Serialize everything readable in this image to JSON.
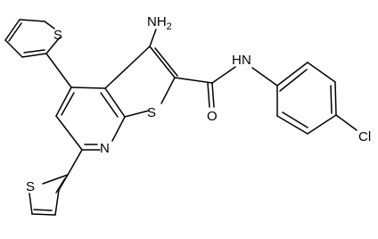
{
  "structure": {
    "atom_labels": {
      "amino_group": "NH",
      "amino_subscript": "2",
      "amide_nh": "N",
      "amide_h": "H",
      "carbonyl_oxygen": "O",
      "core_sulfur": "S",
      "pyridine_nitrogen": "N",
      "thiophene_top_sulfur": "S",
      "thiophene_bottom_sulfur": "S",
      "chloro": "Cl"
    },
    "colors": {
      "bond": "#000000",
      "label": "#000000",
      "background": "#ffffff"
    }
  }
}
